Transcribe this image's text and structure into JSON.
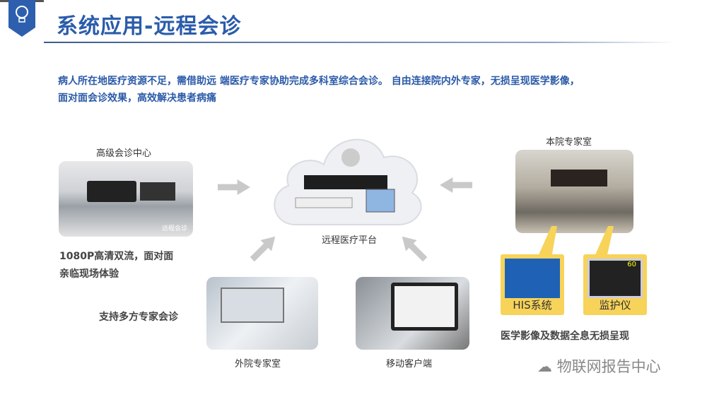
{
  "header": {
    "title": "系统应用-远程会诊"
  },
  "description": {
    "line1": "病人所在地医疗资源不足，需借助远 端医疗专家协助完成多科室综合会诊。 自由连接院内外专家，无损呈现医学影像，",
    "line2": "面对面会诊效果，高效解决患者病痛"
  },
  "left": {
    "label": "高级会诊中心",
    "photo_caption": "远程会诊",
    "feature1": "1080P高清双流，面对面",
    "feature2": "亲临现场体验",
    "multi": "支持多方专家会诊"
  },
  "center": {
    "label": "远程医疗平台"
  },
  "right": {
    "label": "本院专家室",
    "his": "HIS系统",
    "monitor": "监护仪",
    "monitor_value": "60",
    "caption": "医学影像及数据全息无损呈现"
  },
  "bottom": {
    "outside_label": "外院专家室",
    "mobile_label": "移动客户端"
  },
  "watermark": "物联网报告中心",
  "colors": {
    "accent": "#2a5caa",
    "callout": "#f7d35a",
    "arrow": "#c9c9c9"
  }
}
